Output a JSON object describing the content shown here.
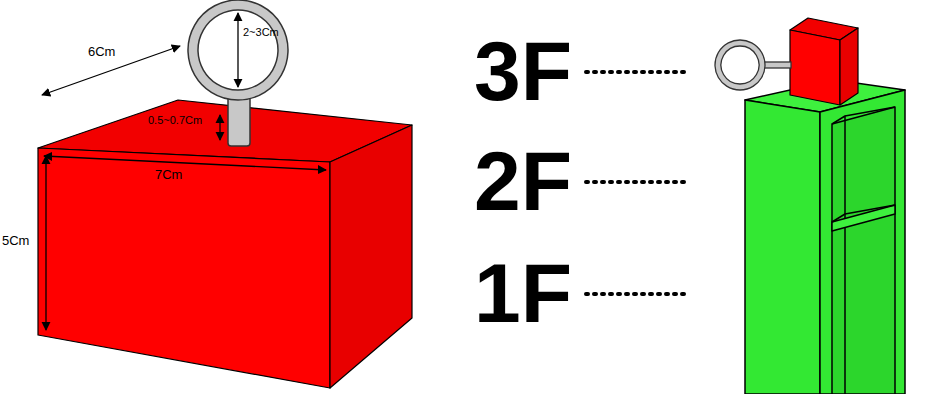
{
  "diagram": {
    "labels": [
      "6Cm",
      "2~3Cm",
      "0.5~0.7Cm",
      "7Cm",
      "5Cm",
      "3F",
      "2F",
      "1F"
    ]
  }
}
